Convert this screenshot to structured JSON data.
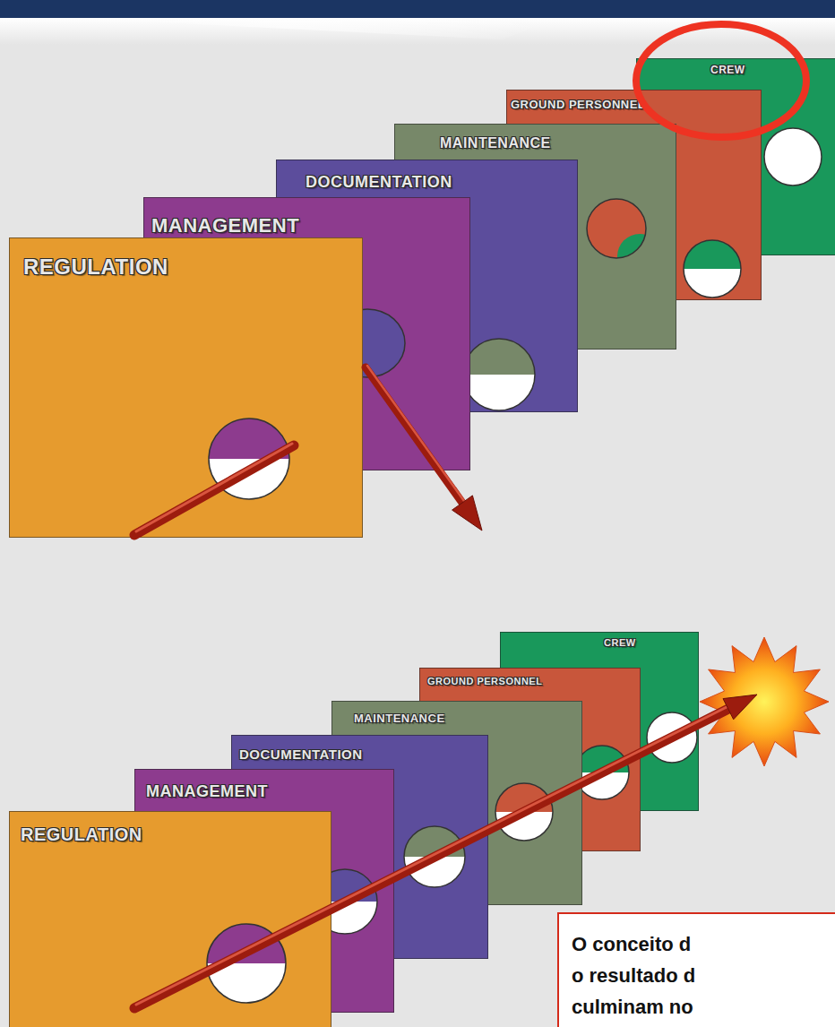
{
  "diagram": {
    "nodes": [
      {
        "text": [
          "REGULATION"
        ]
      },
      {
        "text": [
          "MANAGEMENT"
        ]
      },
      {
        "text": [
          "DOCUMENTATION"
        ]
      },
      {
        "text": [
          "MAINTENANCE"
        ]
      },
      {
        "text": [
          "GROUND PERSONNEL"
        ]
      },
      {
        "text": [
          "CREW"
        ]
      },
      {
        "text": [
          "REGULATION"
        ]
      },
      {
        "text": [
          "MANAGEMENT"
        ]
      },
      {
        "text": [
          "DOCUMENTATION"
        ]
      },
      {
        "text": [
          "MAINTENANCE"
        ]
      },
      {
        "text": [
          "GROUND PERSONNEL"
        ]
      },
      {
        "text": [
          "CREW"
        ]
      },
      {
        "text": [
          "O conceito d o resultado d culminam no"
        ]
      }
    ]
  }
}
